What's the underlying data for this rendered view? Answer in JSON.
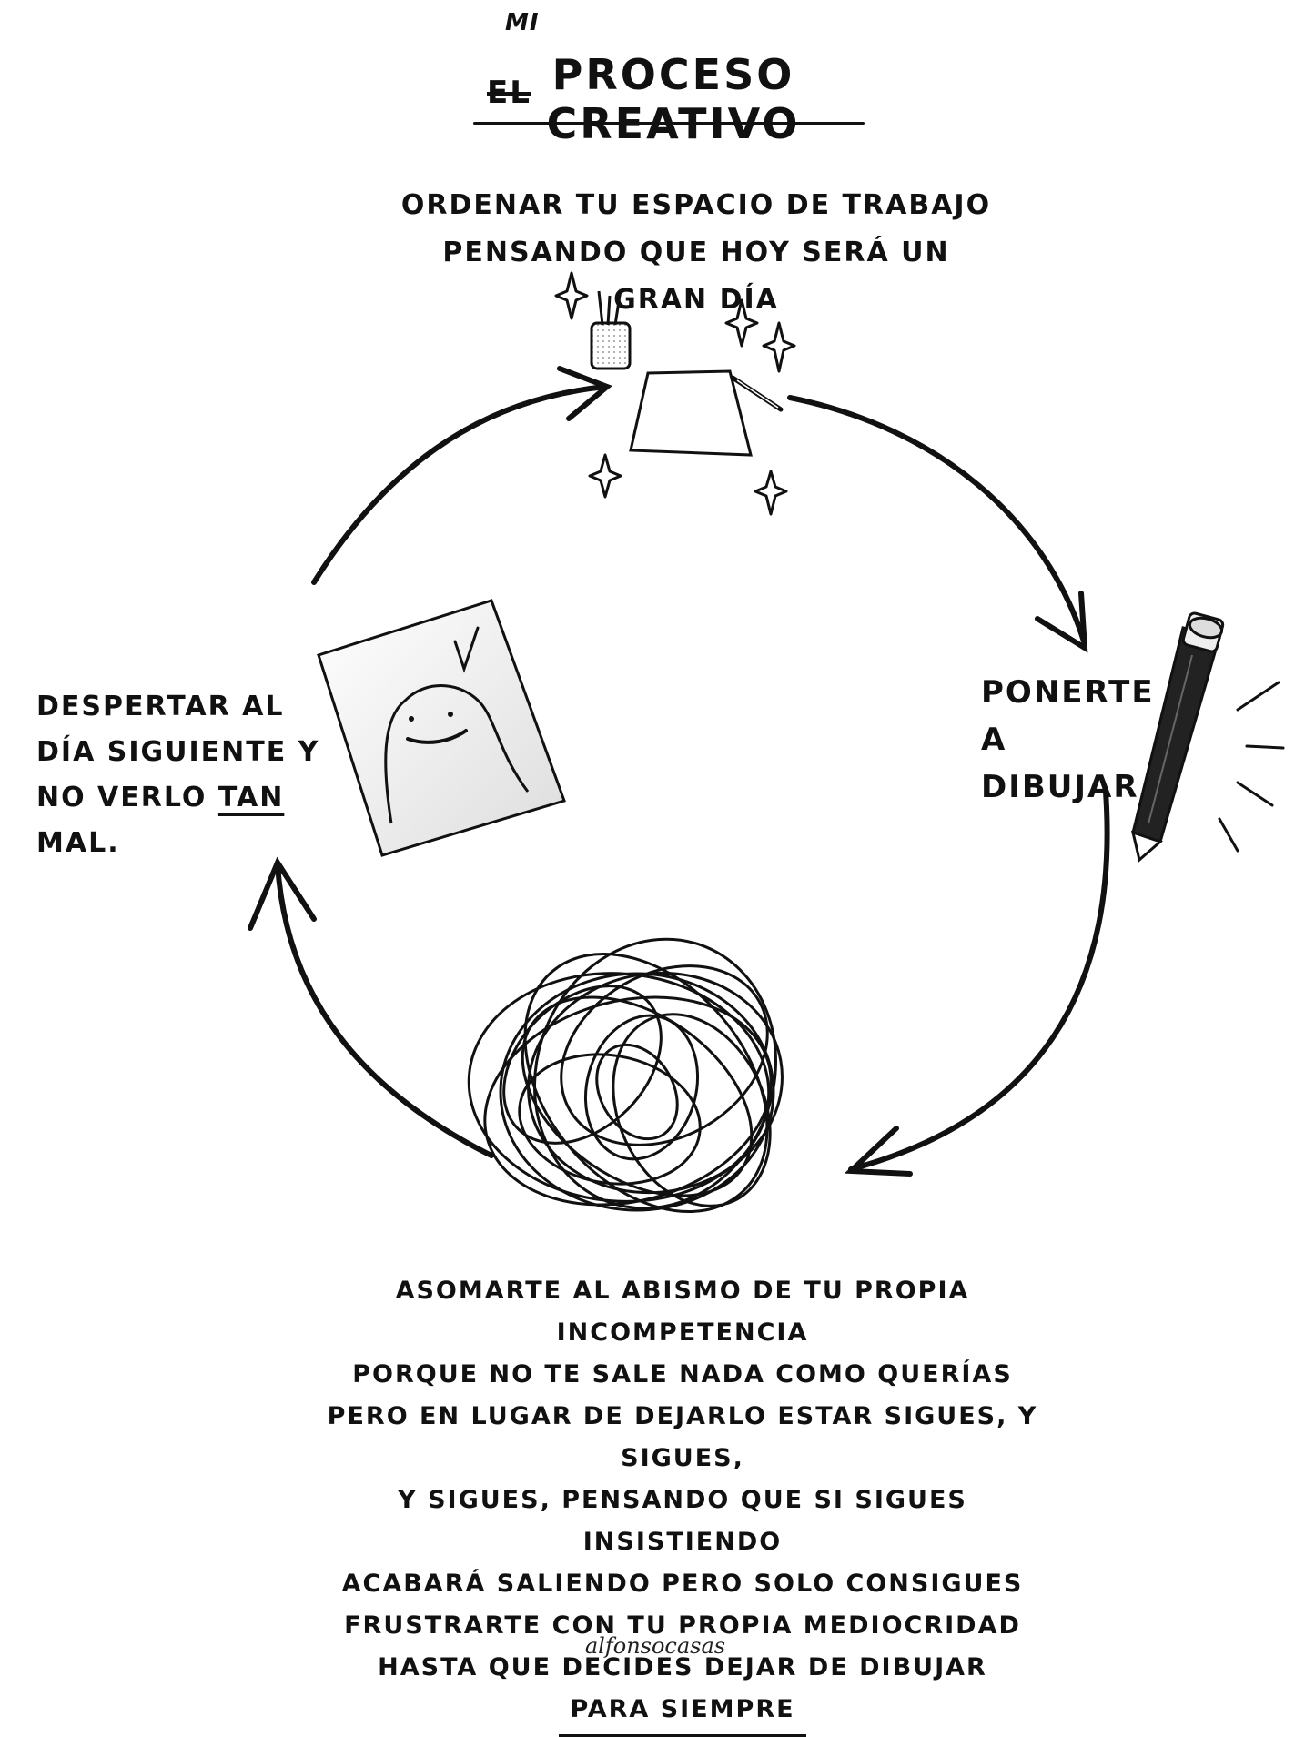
{
  "title": {
    "prefix_added": "Mi",
    "prefix_struck": "El",
    "main": "Proceso creativo"
  },
  "steps": {
    "top": {
      "line1": "Ordenar tu espacio de trabajo",
      "line2": "pensando que hoy será un gran día"
    },
    "right": {
      "line1": "Ponerte a",
      "line2": "dibujar"
    },
    "bottom": {
      "lines": [
        "Asomarte al abismo de tu propia incompetencia",
        "porque no te sale nada como querías",
        "pero en lugar de dejarlo estar sigues, y sigues,",
        "y sigues, pensando que si sigues insistiendo",
        "acabará saliendo pero solo consigues",
        "frustrarte con tu propia mediocridad",
        "hasta que decides dejar de dibujar"
      ],
      "ending": "para siempre"
    },
    "left": {
      "line1": "Despertar al",
      "line2": "día siguiente y",
      "line3_before": "no verlo",
      "line3_emphasis": "tan",
      "line3_after": "mal."
    }
  },
  "signature": "alfonsocasas",
  "icons": [
    "pencil-cup-icon",
    "paper-sheet-icon",
    "sparkle-icon",
    "pencil-icon",
    "scribble-icon",
    "ghost-drawing-icon",
    "checkmark-icon"
  ]
}
